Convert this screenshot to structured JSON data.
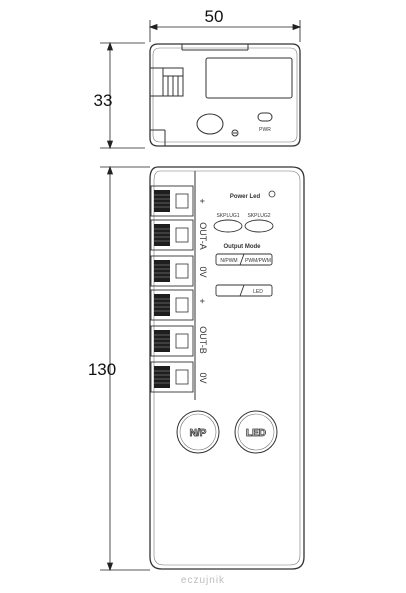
{
  "dimensions": {
    "width": "50",
    "side_height": "33",
    "length": "130"
  },
  "top_view": {
    "switch_label": "PWR"
  },
  "front_panel": {
    "power_led_label": "Power Led",
    "socket_labels": [
      "SKPLUG1",
      "SKPLUG2"
    ],
    "output_mode_label": "Output Mode",
    "mode_buttons": [
      "N/PWM",
      "PWM/PWM"
    ],
    "led_label": "LED",
    "big_buttons": [
      "N/P",
      "LED"
    ]
  },
  "terminal_labels": {
    "out_a": "OUT-A",
    "out_b": "OUT-B",
    "plus": "+",
    "zero_v": "0V"
  },
  "watermark": "eczujnik"
}
